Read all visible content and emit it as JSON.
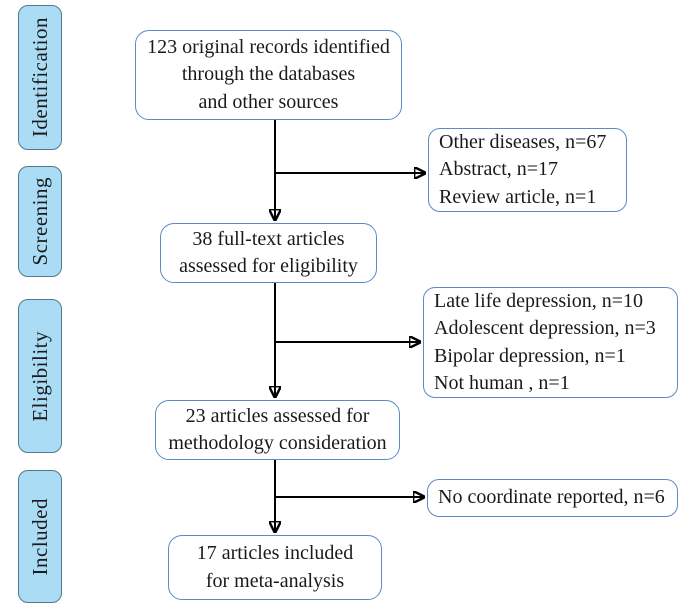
{
  "stages": [
    {
      "label": "Identification"
    },
    {
      "label": "Screening"
    },
    {
      "label": "Eligibility"
    },
    {
      "label": "Included"
    }
  ],
  "flow": [
    {
      "text": "123 original records identified\nthrough the databases\nand other sources"
    },
    {
      "text": "38 full-text articles\nassessed for eligibility"
    },
    {
      "text": "23 articles assessed for\nmethodology consideration"
    },
    {
      "text": "17 articles included\nfor meta-analysis"
    }
  ],
  "exclusions": [
    {
      "text": "Other diseases, n=67\nAbstract, n=17\nReview article, n=1"
    },
    {
      "text": "Late life depression, n=10\nAdolescent depression, n=3\nBipolar depression, n=1\nNot human , n=1"
    },
    {
      "text": "No coordinate reported, n=6"
    }
  ],
  "colors": {
    "background": "#ffffff",
    "stage_fill": "#aadcf5",
    "stage_border": "#55788f",
    "box_fill": "#ffffff",
    "box_border": "#5b8ac6",
    "arrow": "#000000",
    "text": "#1a1a1a"
  }
}
